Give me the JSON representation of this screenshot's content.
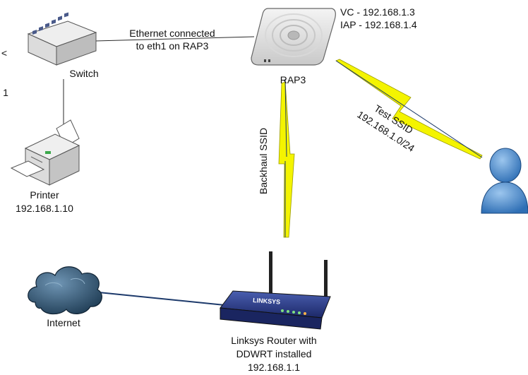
{
  "nodes": {
    "switch": {
      "label": "Switch"
    },
    "access_point": {
      "label": "RAP3",
      "vc": "VC - 192.168.1.3",
      "iap": "IAP - 192.168.1.4"
    },
    "printer": {
      "label": "Printer",
      "ip": "192.168.1.10"
    },
    "internet": {
      "label": "Internet"
    },
    "router": {
      "line1": "Linksys Router with",
      "line2": "DDWRT installed",
      "ip": "192.168.1.1",
      "brand": "LINKSYS"
    },
    "user": {
      "label": ""
    }
  },
  "links": {
    "ethernet": {
      "line1": "Ethernet connected",
      "line2": "to eth1 on RAP3"
    },
    "backhaul": {
      "label": "Backhaul SSID"
    },
    "test_ssid": {
      "line1": "Test SSID",
      "line2": "192.168.1.0/24"
    }
  },
  "margin_marks": {
    "top": "<",
    "bottom": "1"
  },
  "colors": {
    "lightning": "#f4f400",
    "lightning_stroke": "#9a9a00",
    "user": "#3d7fc4",
    "cloud": "#2c4f6b",
    "router": "#2c3e8c"
  }
}
